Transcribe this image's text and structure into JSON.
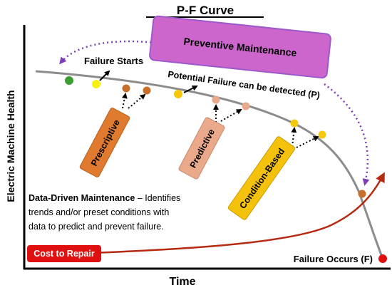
{
  "title": "P-F Curve",
  "axes": {
    "x_label": "Time",
    "y_label": "Electric Machine Health"
  },
  "labels": {
    "preventive": "Preventive Maintenance",
    "failure_starts": "Failure Starts",
    "potential_failure": "Potential Failure can be detected (P)",
    "failure_occurs": "Failure Occurs (F)",
    "prescriptive": "Prescriptive",
    "predictive": "Predictive",
    "condition_based": "Condition-Based",
    "cost_to_repair": "Cost to Repair"
  },
  "data_driven": {
    "bold": "Data-Driven Maintenance",
    "rest": " – Identifies",
    "line2": "trends and/or preset conditions with",
    "line3": "data to predict and prevent failure."
  },
  "colors": {
    "preventive_fill": "#cc66cc",
    "preventive_stroke": "#9b59c9",
    "prescriptive": "#e07a2e",
    "predictive": "#e9a98a",
    "condition_based": "#f4c20d",
    "cost_box": "#e01010",
    "cost_arrow": "#b52a10",
    "curve": "#8c8c8c",
    "dotted": "#7b3fb5"
  }
}
